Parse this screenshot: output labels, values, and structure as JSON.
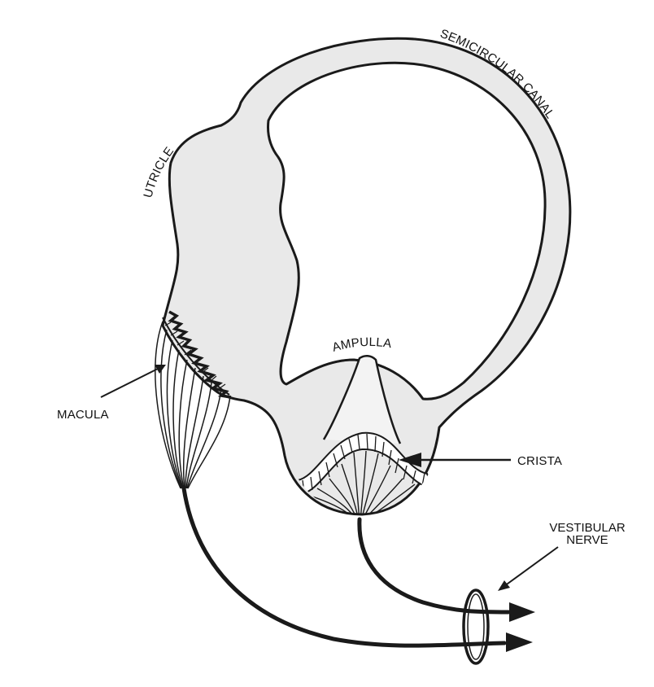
{
  "labels": {
    "semicircular_canal": "SEMICIRCULAR CANAL",
    "utricle": "UTRICLE",
    "ampulla": "AMPULLA",
    "macula": "MACULA",
    "crista": "CRISTA",
    "vestibular_nerve_line1": "VESTIBULAR",
    "vestibular_nerve_line2": "NERVE"
  },
  "colors": {
    "fill": "#e9e9e9",
    "stroke": "#1a1a1a",
    "background": "#ffffff"
  }
}
